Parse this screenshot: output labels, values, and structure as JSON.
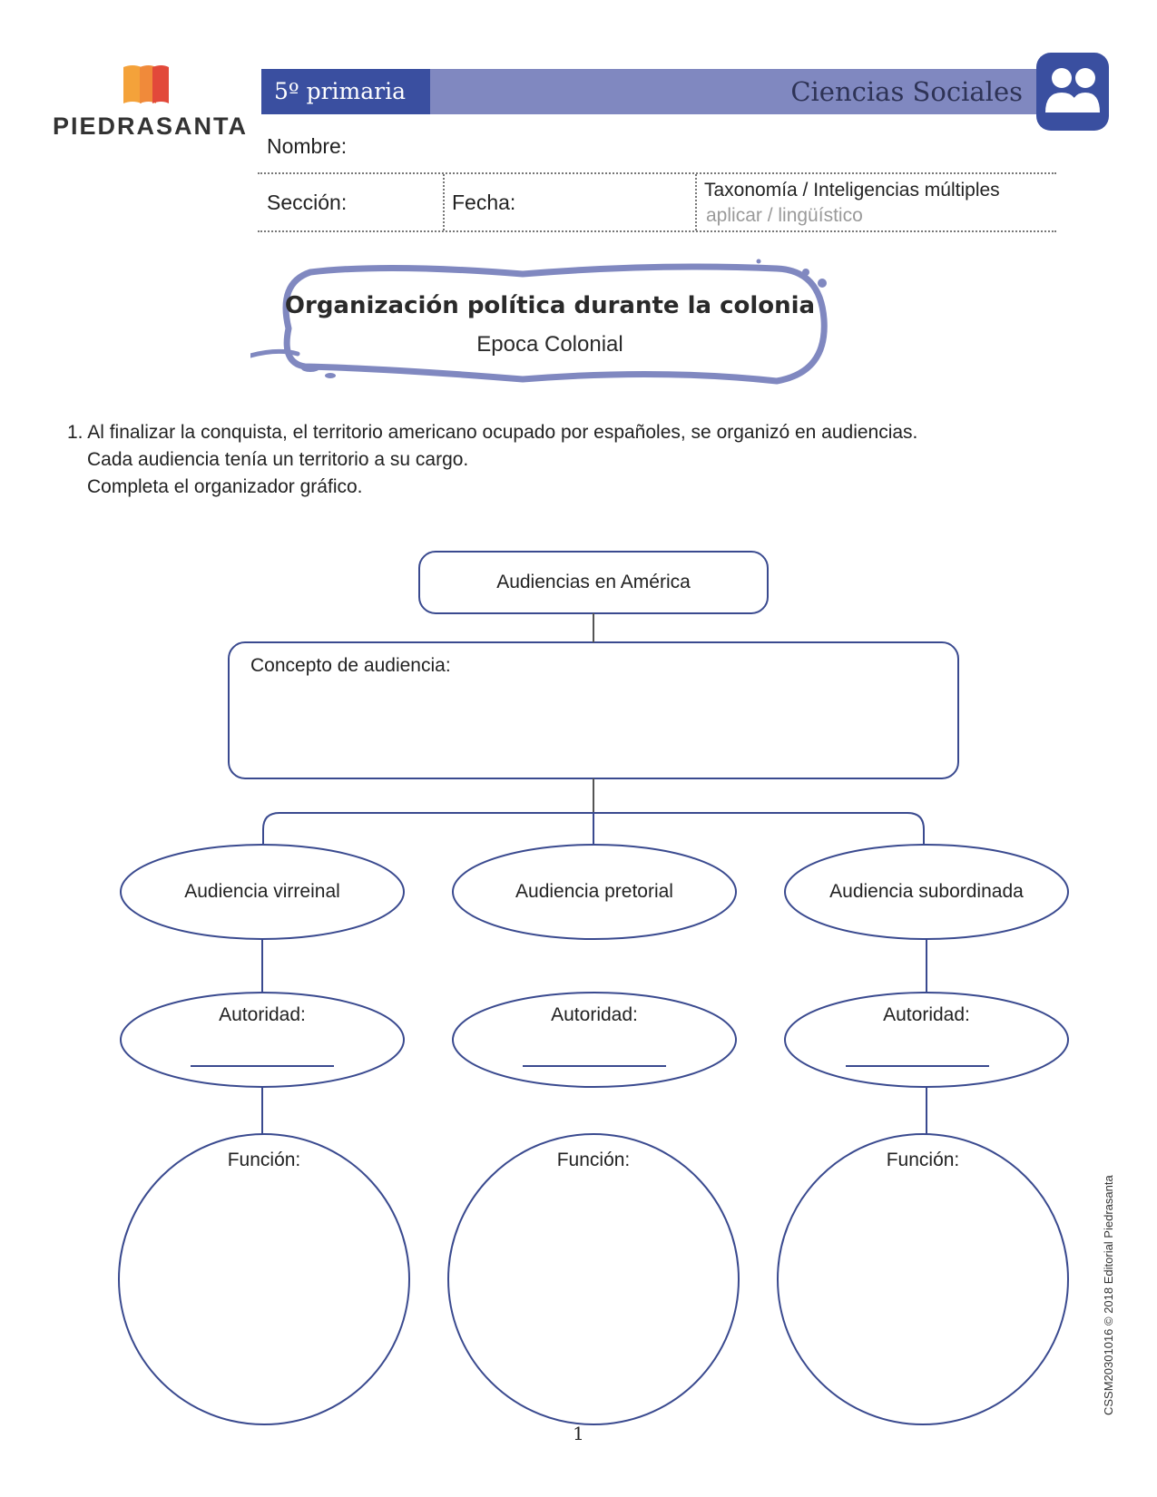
{
  "brand": {
    "name": "PIEDRASANTA",
    "colors": {
      "orange": "#f4a23a",
      "red": "#e2493a",
      "blue": "#3a4fa0",
      "lavender": "#8088c0"
    }
  },
  "header": {
    "grade": "5º primaria",
    "subject": "Ciencias Sociales",
    "subject_icon": "people-icon"
  },
  "form": {
    "name_label": "Nombre:",
    "section_label": "Sección:",
    "date_label": "Fecha:",
    "taxonomy_title": "Taxonomía / Inteligencias múltiples",
    "taxonomy_value": "aplicar / lingüístico"
  },
  "title": {
    "main": "Organización política durante la colonia",
    "sub": "Epoca Colonial"
  },
  "instructions": {
    "line1": "1. Al finalizar la conquista, el territorio americano ocupado por españoles, se organizó en audiencias.",
    "line2": "Cada audiencia tenía un territorio a su cargo.",
    "line3": "Completa el organizador gráfico."
  },
  "organizer": {
    "root": "Audiencias en América",
    "concept_label": "Concepto de audiencia:",
    "branches": [
      {
        "name": "Audiencia virreinal",
        "authority_label": "Autoridad:",
        "function_label": "Función:"
      },
      {
        "name": "Audiencia pretorial",
        "authority_label": "Autoridad:",
        "function_label": "Función:"
      },
      {
        "name": "Audiencia subordinada",
        "authority_label": "Autoridad:",
        "function_label": "Función:"
      }
    ]
  },
  "footer": {
    "page_number": "1",
    "side_code": "CSSM20301016  ©  2018 Editorial Piedrasanta"
  }
}
